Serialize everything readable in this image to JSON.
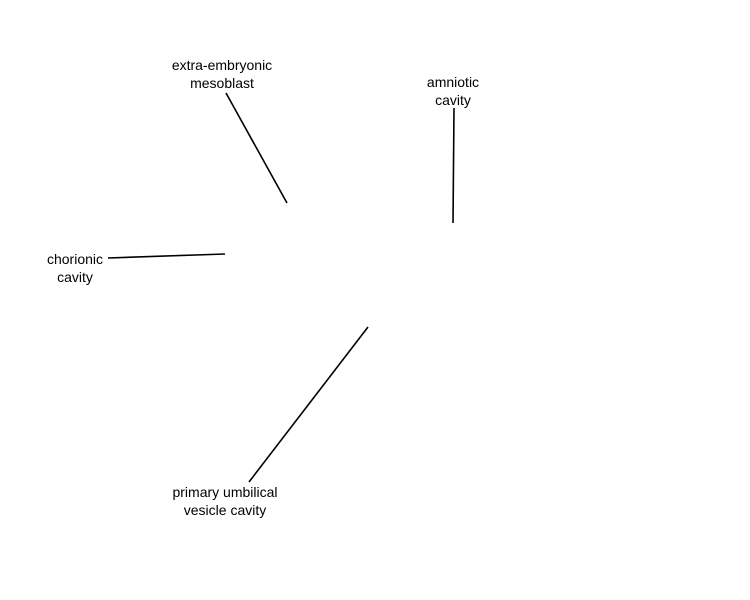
{
  "labels": {
    "extra_embryonic_mesoblast": {
      "line1": "extra-embryonic",
      "line2": "mesoblast"
    },
    "amniotic_cavity": {
      "line1": "amniotic",
      "line2": "cavity"
    },
    "chorionic_cavity": {
      "line1": "chorionic",
      "line2": "cavity"
    },
    "primary_umbilical_vesicle_cavity": {
      "line1": "primary umbilical",
      "line2": "vesicle cavity"
    }
  },
  "colors": {
    "background": "#ffffff",
    "leader_line": "#000000",
    "text": "#000000"
  }
}
